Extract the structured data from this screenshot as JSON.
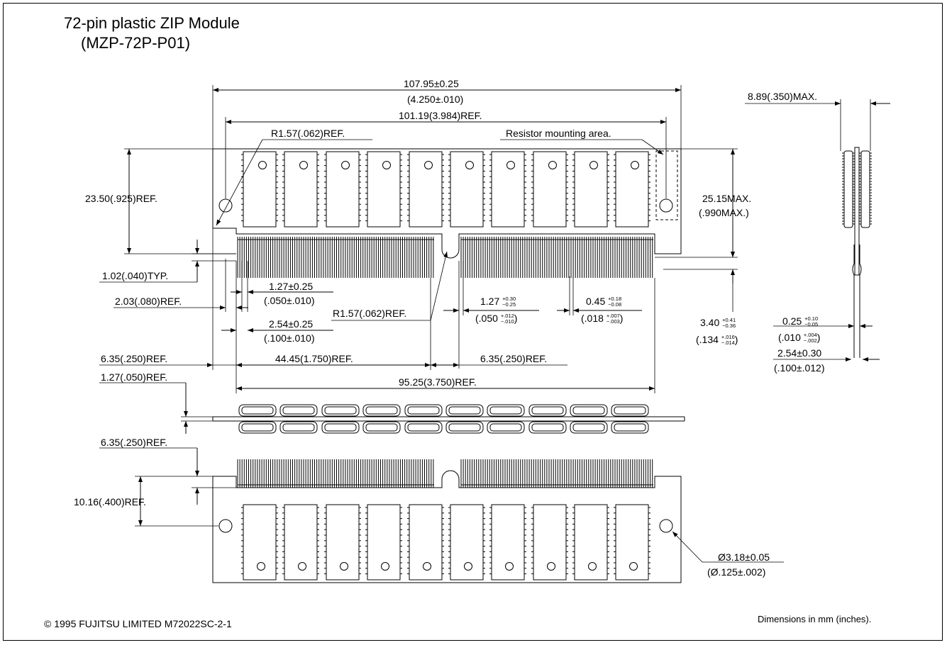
{
  "title": {
    "line1": "72-pin plastic ZIP Module",
    "line2": "(MZP-72P-P01)"
  },
  "top_view": {
    "overall_length": "107.95±0.25",
    "overall_length_in": "(4.250±.010)",
    "hole_pitch": "101.19(3.984)REF.",
    "corner_radius": "R1.57(.062)REF.",
    "resistor_area": "Resistor mounting area.",
    "height_ref": "23.50(.925)REF.",
    "height_max": "25.15MAX.",
    "height_max_in": "(.990MAX.)",
    "lead_offset": "1.02(.040)TYP.",
    "edge_offset": "2.03(.080)REF.",
    "pitch1": "1.27±0.25",
    "pitch1_in": "(.050±.010)",
    "pitch2": "2.54±0.25",
    "pitch2_in": "(.100±.010)",
    "notch_radius": "R1.57(.062)REF.",
    "lead_pitch": {
      "nominal": "1.27",
      "plus": "+0.30",
      "minus": "−0.25"
    },
    "lead_pitch_in": {
      "nominal": ".050",
      "plus": "+.012",
      "minus": "−.010"
    },
    "lead_width": {
      "nominal": "0.45",
      "plus": "+0.18",
      "minus": "−0.08"
    },
    "lead_width_in": {
      "nominal": ".018",
      "plus": "+.007",
      "minus": "−.003"
    },
    "lead_length": {
      "nominal": "3.40",
      "plus": "+0.41",
      "minus": "−0.36"
    },
    "lead_length_in": {
      "nominal": ".134",
      "plus": "+.016",
      "minus": "−.014"
    },
    "left_margin": "6.35(.250)REF.",
    "half_span": "44.45(1.750)REF.",
    "notch_margin": "6.35(.250)REF.",
    "lead_span": "95.25(3.750)REF."
  },
  "side_view": {
    "thickness_max": "8.89(.350)MAX.",
    "lead_thickness": {
      "nominal": "0.25",
      "plus": "+0.10",
      "minus": "−0.05"
    },
    "lead_thickness_in": {
      "nominal": ".010",
      "plus": "+.004",
      "minus": "−.002"
    },
    "row_spacing": "2.54±0.30",
    "row_spacing_in": "(.100±.012)"
  },
  "edge_view": {
    "board_thickness": "1.27(.050)REF."
  },
  "bottom_view": {
    "lead_offset": "6.35(.250)REF.",
    "hole_offset": "10.16(.400)REF.",
    "hole_diameter": "Ø3.18±0.05",
    "hole_diameter_in": "(Ø.125±.002)"
  },
  "footer": {
    "copyright": "© 1995 FUJITSU LIMITED M72022SC-2-1",
    "units_note": "Dimensions in mm (inches)."
  }
}
